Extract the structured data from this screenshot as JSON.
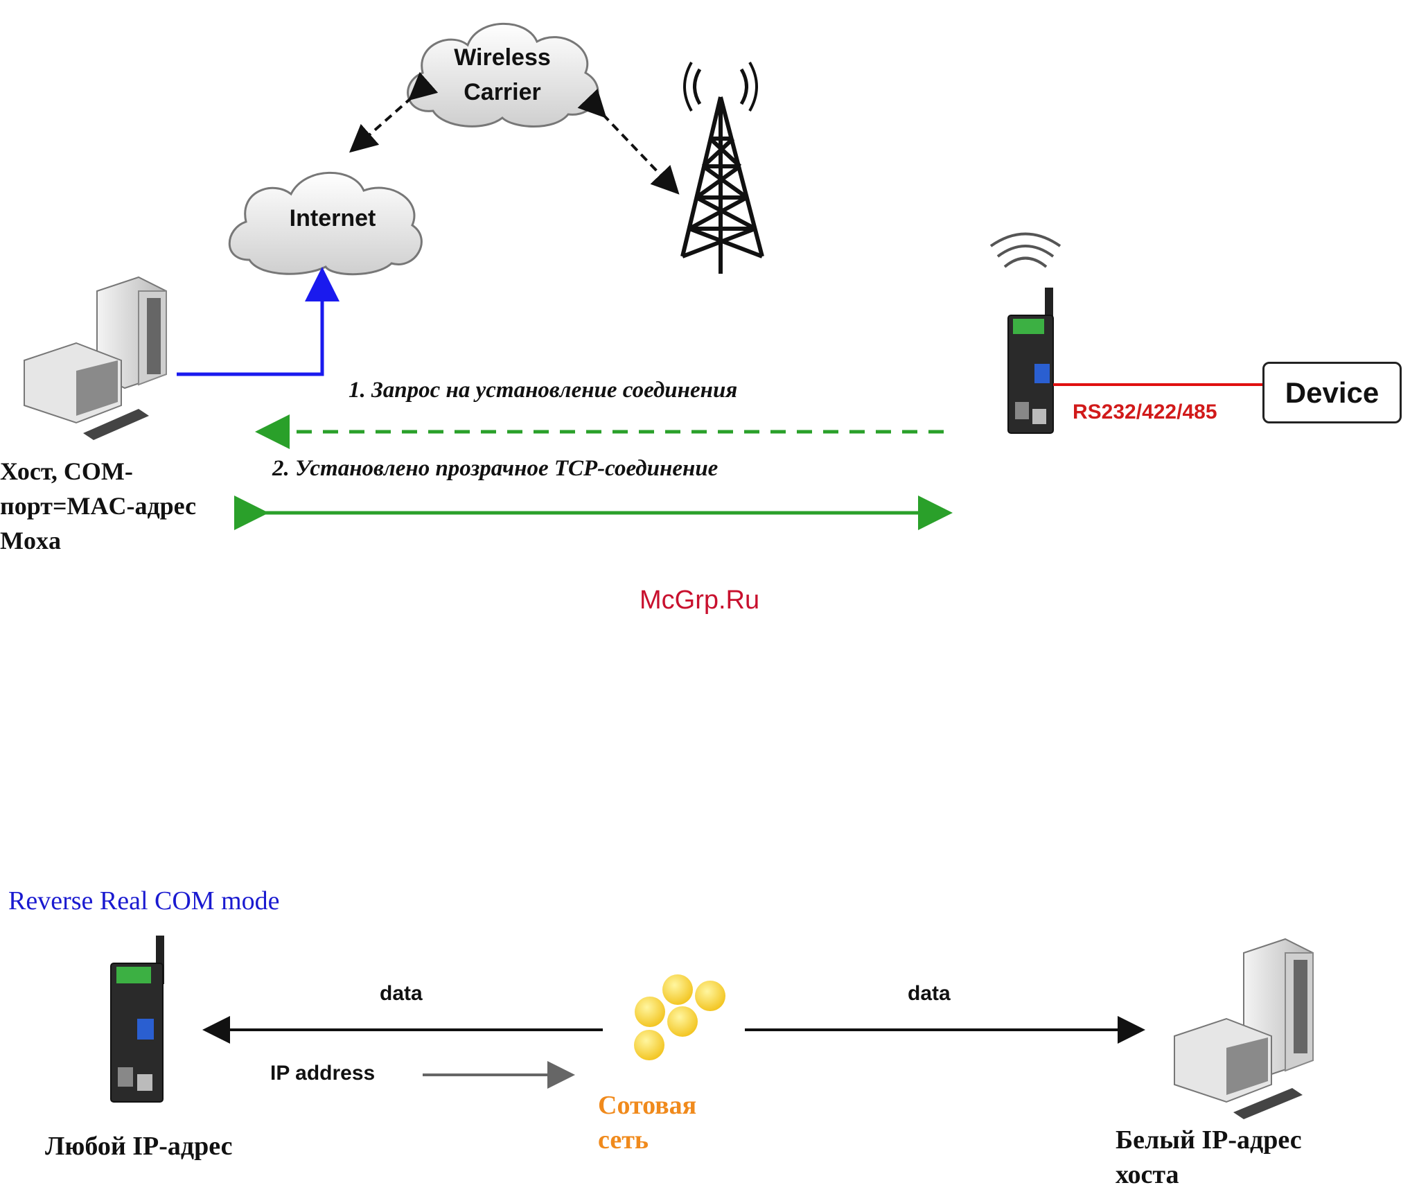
{
  "top_diagram": {
    "cloud_wireless": "Wireless\nCarrier",
    "cloud_internet": "Internet",
    "device_label": "Device",
    "serial_label": "RS232/422/485",
    "step1": "1. Запрос на установление соединения",
    "step2": "2. Установлено прозрачное TCP-соединение",
    "host_label": "Хост, COM-порт=MAC-адрес Moxa"
  },
  "watermark": "McGrp.Ru",
  "bottom_diagram": {
    "title": "Reverse Real COM mode",
    "data_left": "data",
    "data_right": "data",
    "ip_address": "IP address",
    "cellular": "Сотовая сеть",
    "any_ip": "Любой IP-адрес",
    "host_ip": "Белый IP-адрес хоста"
  },
  "colors": {
    "blue_line": "#1a1aee",
    "green_line": "#2aa02a",
    "red_line": "#e01010",
    "serial_text": "#d11a1a",
    "watermark": "#c8102e",
    "title_blue": "#1a1ad0",
    "cellular_orange": "#f08a1c"
  }
}
